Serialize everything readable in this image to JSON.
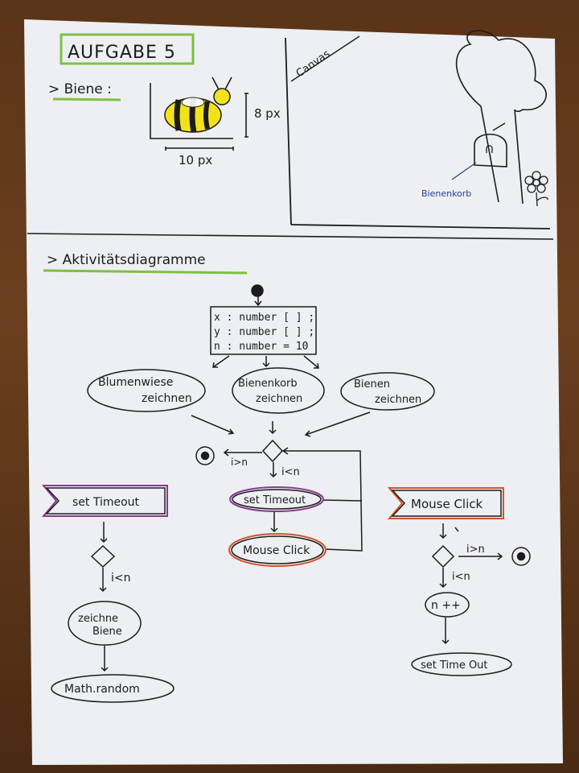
{
  "title": "AUFGABE 5",
  "bee_section": {
    "heading": "> Biene :",
    "height_label": "8 px",
    "width_label": "10 px"
  },
  "canvas_section": {
    "canvas_label": "Canvas",
    "hive_label": "Bienenkorb"
  },
  "activity_section": {
    "heading": "> Aktivitätsdiagramme",
    "variables": [
      "x : number [ ] ;",
      "y : number [ ] ;",
      "n : number = 10"
    ],
    "actions_top": [
      "Blumenwiese",
      "zeichnen",
      "Bienenkorb",
      "zeichnen",
      "Bienen",
      "zeichnen"
    ],
    "guard_exit": "i>n",
    "guard_loop": "i<n",
    "center_action_1": "set Timeout",
    "center_action_2": "Mouse Click",
    "left_signal": "set Timeout",
    "left_guard": "i<n",
    "left_action_1a": "zeichne",
    "left_action_1b": "Biene",
    "left_action_2": "Math.random",
    "right_signal": "Mouse Click",
    "right_guard_exit": "i>n",
    "right_guard_loop": "i<n",
    "right_action_1": "n ++",
    "right_action_2": "set Time Out"
  },
  "colors": {
    "paper": "#eeeff2",
    "green_accent": "#7cc142",
    "purple_accent": "#8a3a8c",
    "red_accent": "#d2542e",
    "ink": "#1c1c1c",
    "blue_ink": "#2b3e8f",
    "bee_yellow": "#f2e21c"
  }
}
